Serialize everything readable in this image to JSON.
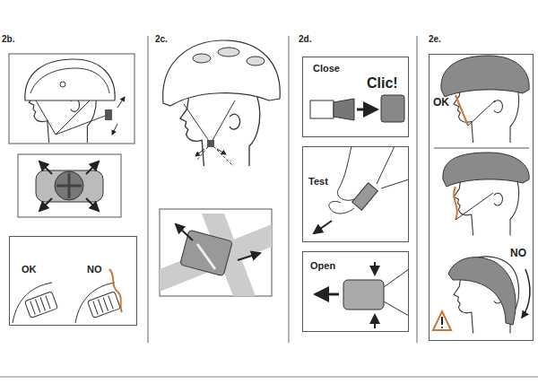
{
  "diagram": {
    "nodes": [
      {
        "text": [
          "OK",
          "NO"
        ]
      },
      {
        "text": [
          "Close",
          "Clic!"
        ]
      },
      {
        "text": [
          "Test"
        ]
      },
      {
        "text": [
          "Open"
        ]
      },
      {
        "text": [
          "OK",
          "NO"
        ]
      }
    ],
    "labels": [
      "2b.",
      "2c.",
      "2d.",
      "2e."
    ]
  }
}
